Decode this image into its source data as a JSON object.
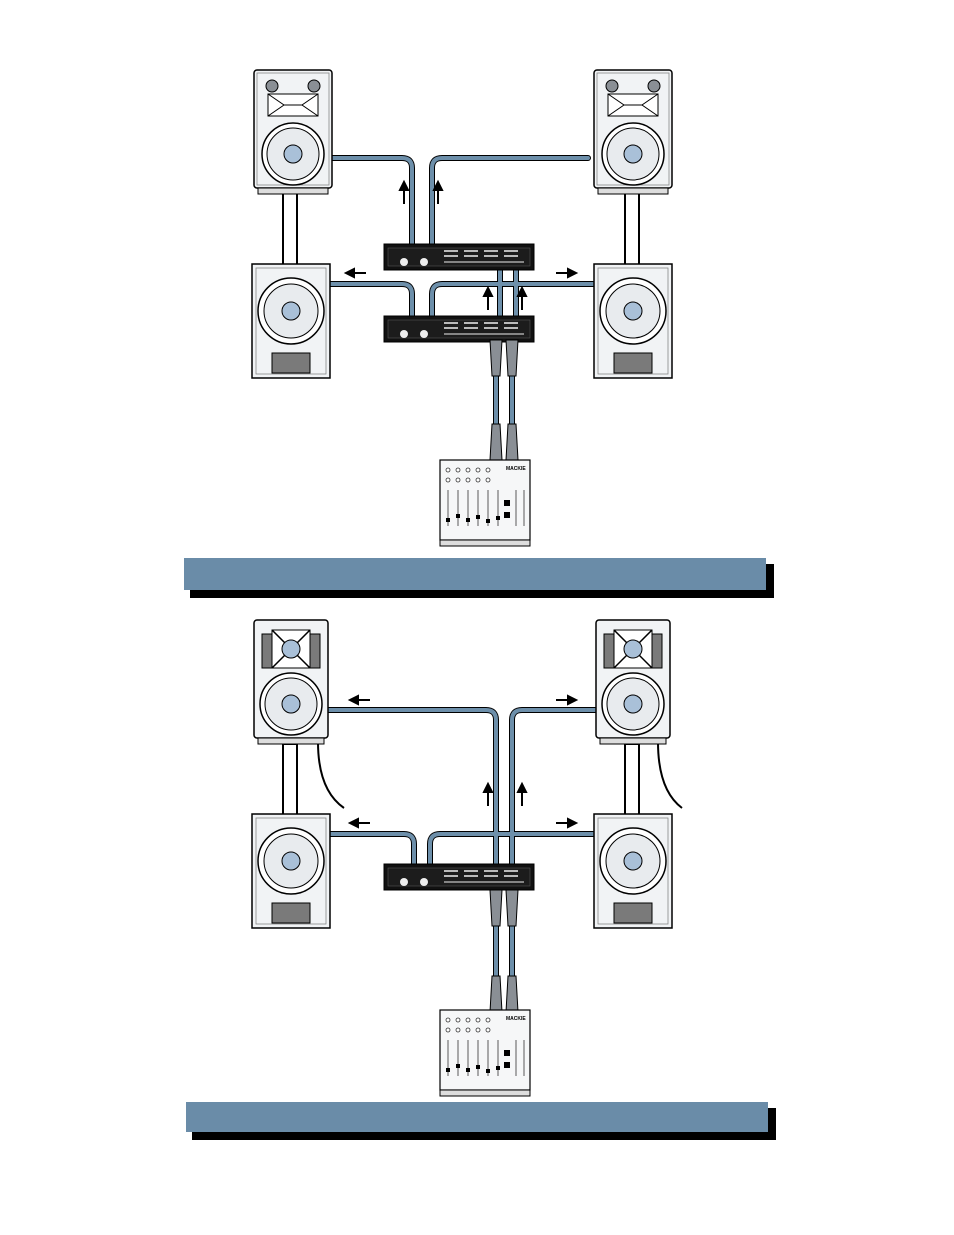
{
  "diagrams": [
    {
      "id": "top",
      "caption": "",
      "components": {
        "top_left_speaker": "full-range-speaker-icon",
        "top_right_speaker": "full-range-speaker-icon",
        "bottom_left_speaker": "subwoofer-icon",
        "bottom_right_speaker": "subwoofer-icon",
        "upper_amplifier": "power-amplifier-icon",
        "lower_amplifier": "power-amplifier-icon",
        "mixer": "mixer-icon"
      }
    },
    {
      "id": "bottom",
      "caption": "",
      "components": {
        "top_left_speaker": "powered-speaker-icon",
        "top_right_speaker": "powered-speaker-icon",
        "bottom_left_speaker": "subwoofer-icon",
        "bottom_right_speaker": "subwoofer-icon",
        "amplifier": "power-amplifier-icon",
        "mixer": "mixer-icon"
      }
    }
  ],
  "colors": {
    "cable": "#6d8faa",
    "cable_outline": "#000000",
    "caption_bar": "#6a8ca8",
    "caption_shadow": "#000000",
    "cabinet": "#f1f3f5",
    "woofer_cone": "#a9c0d8",
    "port": "#7a7a7a",
    "amp_body": "#111111"
  },
  "mixer_brand_text": "MACKIE"
}
